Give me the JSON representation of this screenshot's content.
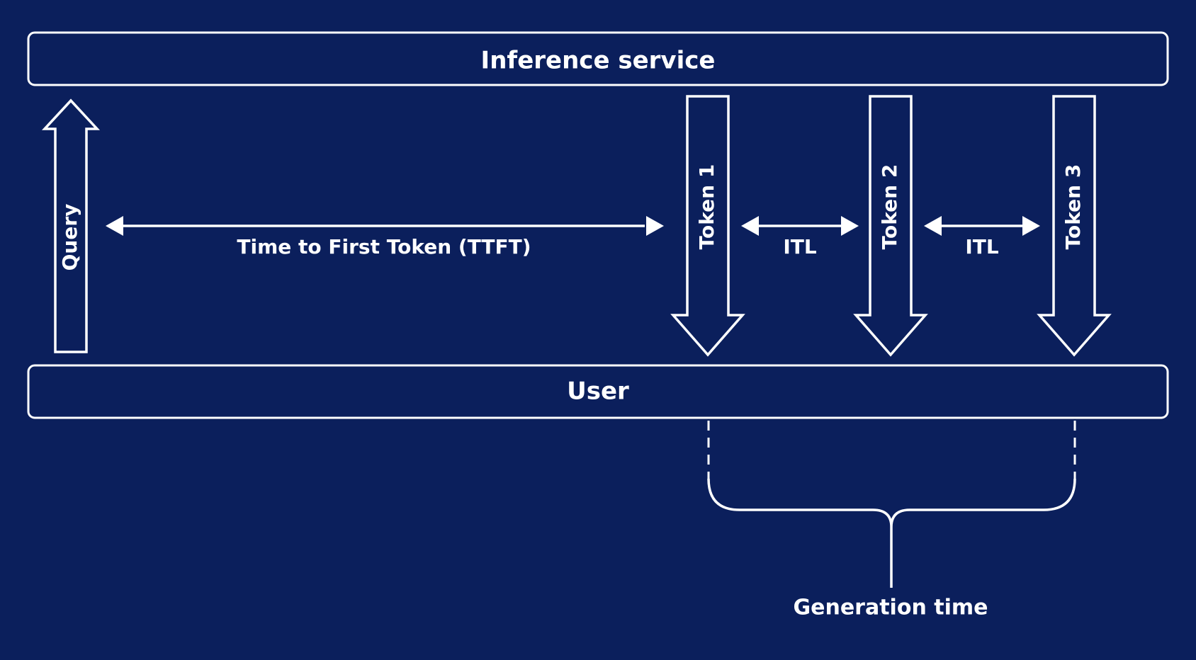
{
  "colors": {
    "background": "#0b1f5c",
    "stroke": "#ffffff",
    "text": "#ffffff"
  },
  "boxes": {
    "inference_service": "Inference service",
    "user": "User"
  },
  "query_label": "Query",
  "ttft_label": "Time to First Token (TTFT)",
  "tokens": [
    "Token 1",
    "Token 2",
    "Token 3"
  ],
  "itl_labels": [
    "ITL",
    "ITL"
  ],
  "generation_label": "Generation time"
}
